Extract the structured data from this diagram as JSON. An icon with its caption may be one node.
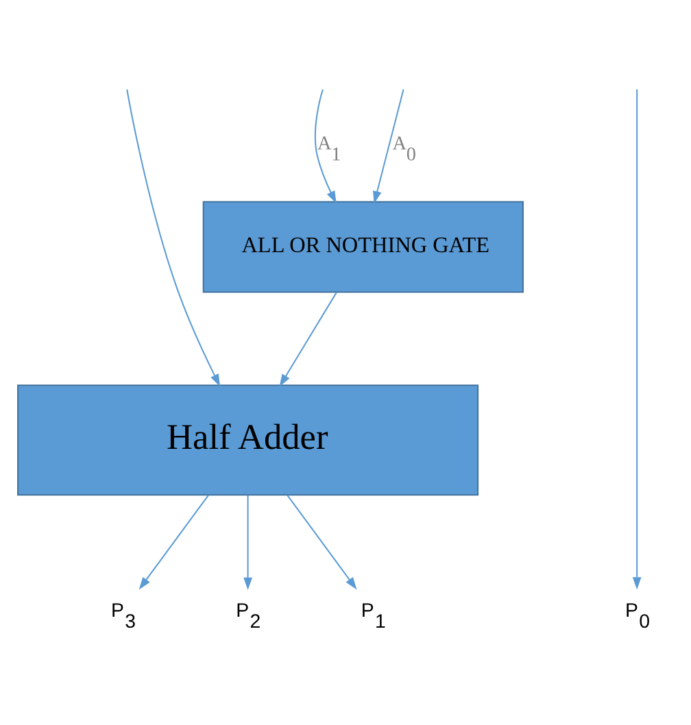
{
  "diagram": {
    "nodes": [
      {
        "text": [
          "ALL OR NOTHING GATE"
        ]
      },
      {
        "text": [
          "Half Adder"
        ]
      },
      {
        "text": [
          "P$_{3}$"
        ]
      },
      {
        "text": [
          "P$_{2}$"
        ]
      },
      {
        "text": [
          "P$_{1}$"
        ]
      },
      {
        "text": [
          "P$_{0}$"
        ]
      }
    ],
    "edges": [
      {
        "from": null,
        "to": 0,
        "arrow": "to",
        "label": "A$_{1}$"
      },
      {
        "from": null,
        "to": 1,
        "arrow": "to"
      },
      {
        "from": null,
        "to": 0,
        "arrow": "to",
        "label": "A$_{0}$"
      },
      {
        "from": null,
        "to": 5,
        "arrow": "to"
      },
      {
        "from": 0,
        "to": 1,
        "arrow": "to"
      },
      {
        "from": 1,
        "to": 2,
        "arrow": "to"
      },
      {
        "from": 1,
        "to": 3,
        "arrow": "to"
      },
      {
        "from": 1,
        "to": 4,
        "arrow": "to"
      }
    ]
  }
}
